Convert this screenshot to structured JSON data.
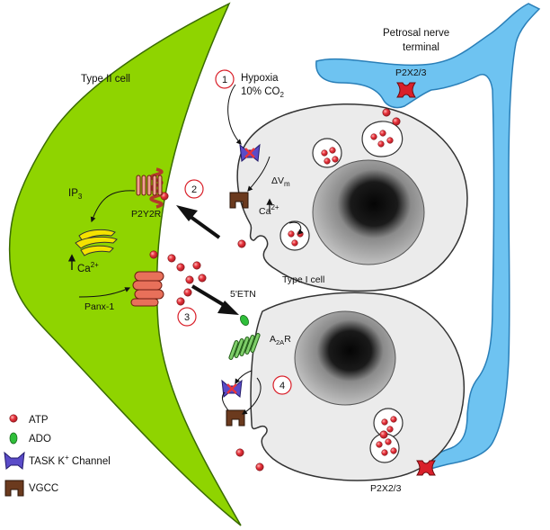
{
  "colors": {
    "type_ii_cell": "#8fd400",
    "type_i_cell": "#ebebeb",
    "nerve_terminal": "#6ec3f1",
    "atp": "#e8333c",
    "ado": "#2fbf3a",
    "task_channel": "#5a4bc8",
    "vgcc": "#6b3a1e",
    "p2x": "#d9202a",
    "p2y2r": "#f0a090",
    "a2ar": "#7fcf6a",
    "panx1": "#e8705a"
  },
  "labels": {
    "type_ii_cell": "Type II cell",
    "type_i_cell": "Type I cell",
    "petrosal_line1": "Petrosal nerve",
    "petrosal_line2": "terminal",
    "hypoxia_line1": "Hypoxia",
    "hypoxia_line2_pre": "10% CO",
    "hypoxia_line2_sub": "2",
    "p2x_top": "P2X2/3",
    "p2x_bottom": "P2X2/3",
    "ip3_main": "IP",
    "ip3_sub": "3",
    "p2y2r": "P2Y2R",
    "delta_vm_main": "ΔV",
    "delta_vm_sub": "m",
    "ca_type_i_main": "Ca",
    "ca_type_i_sup": "2+",
    "ca_type_ii_main": "Ca",
    "ca_type_ii_sup": "2+",
    "panx1": "Panx-1",
    "etn": "5'ETN",
    "a2ar_pre": "A",
    "a2ar_sub": "2A",
    "a2ar_post": "R"
  },
  "steps": [
    "1",
    "2",
    "3",
    "4"
  ],
  "legend": [
    {
      "icon": "atp-icon",
      "label": "ATP"
    },
    {
      "icon": "ado-icon",
      "label": "ADO"
    },
    {
      "icon": "task-channel-icon",
      "label_pre": "TASK K",
      "label_sup": "+",
      "label_post": " Channel"
    },
    {
      "icon": "vgcc-icon",
      "label": "VGCC"
    }
  ]
}
